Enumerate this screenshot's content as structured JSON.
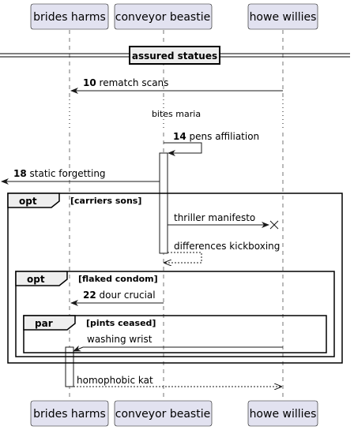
{
  "participants": [
    {
      "id": "brides",
      "label": "brides harms"
    },
    {
      "id": "conveyor",
      "label": "conveyor beastie"
    },
    {
      "id": "howe",
      "label": "howe willies"
    }
  ],
  "separator": {
    "label": "assured statues"
  },
  "delay": {
    "label": "bites maria"
  },
  "messages": {
    "m10": {
      "number": "10",
      "text": "rematch scans"
    },
    "m14": {
      "number": "14",
      "text": "pens affiliation"
    },
    "m18": {
      "number": "18",
      "text": "static forgetting"
    },
    "m_thriller": {
      "text": "thriller manifesto"
    },
    "m_differences": {
      "text": "differences kickboxing"
    },
    "m22": {
      "number": "22",
      "text": "dour crucial"
    },
    "m_washing": {
      "text": "washing wrist"
    },
    "m_homophobic": {
      "text": "homophobic kat"
    }
  },
  "fragments": {
    "opt1": {
      "kind": "opt",
      "condition": "[carriers sons]"
    },
    "opt2": {
      "kind": "opt",
      "condition": "[flaked condom]"
    },
    "par1": {
      "kind": "par",
      "condition": "[pints ceased]"
    }
  }
}
